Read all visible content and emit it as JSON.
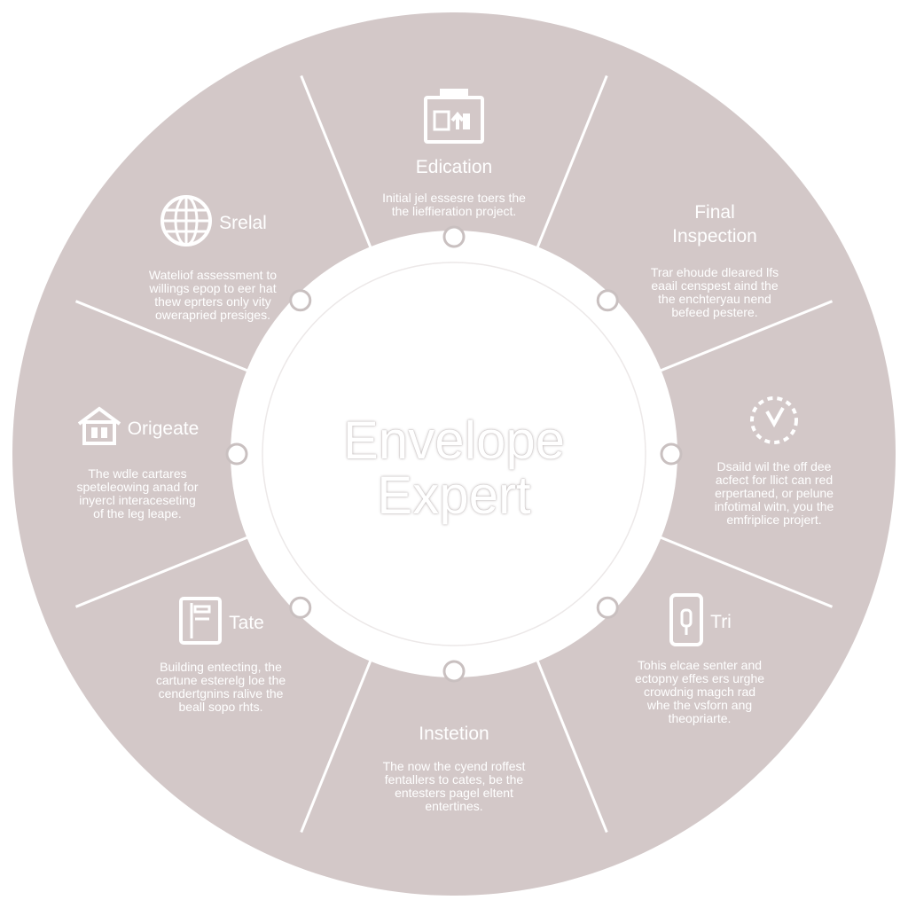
{
  "diagram": {
    "center_title": "Envelope",
    "center_subtitle": "Expert",
    "colors": {
      "ring": "#d3c8c8",
      "inner": "#ffffff",
      "line": "#ffffff",
      "text": "#ffffff"
    },
    "segments": [
      {
        "id": "top",
        "icon": "briefcase-icon",
        "title": "Edication",
        "desc": "Initial jel essesre toers the\nthe lieffieration project."
      },
      {
        "id": "top-right",
        "icon": "none",
        "title": "Final\nInspection",
        "desc": "Trar ehoude dleared lfs\neaail censpest aind the\nthe enchteryau nend\nbefeed pestere."
      },
      {
        "id": "right",
        "icon": "clock-icon",
        "title": "",
        "desc": "Dsaild wil the off dee\nacfect for llict can red\nerpertaned, or pelune\ninfotimal witn, you the\nemfriplice projert."
      },
      {
        "id": "bottom-right",
        "icon": "phone-icon",
        "title": "Tri",
        "desc": "Tohis elcae senter and\nectopny effes ers urghe\ncrowdnig magch rad\nwhe the vsforn ang\ntheopriarte."
      },
      {
        "id": "bottom",
        "icon": "none",
        "title": "Instetion",
        "desc": "The now the cyend roffest\nfentallers to cates, be the\nentesters pagel eltent\nentertines."
      },
      {
        "id": "bottom-left",
        "icon": "document-icon",
        "title": "Tate",
        "desc": "Building entecting, the\ncartune esterelg loe the\ncendertgnins ralive the\nbeall sopo rhts."
      },
      {
        "id": "left",
        "icon": "house-icon",
        "title": "Origeate",
        "desc": "The wdle cartares\nspeteleowing anad for\ninyercl interaceseting\nof the leg leape."
      },
      {
        "id": "top-left",
        "icon": "globe-icon",
        "title": "Srelal",
        "desc": "Wateliof assessment to\nwillings epop to eer hat\nthew eprters only vity\nowerapried presiges."
      }
    ]
  }
}
